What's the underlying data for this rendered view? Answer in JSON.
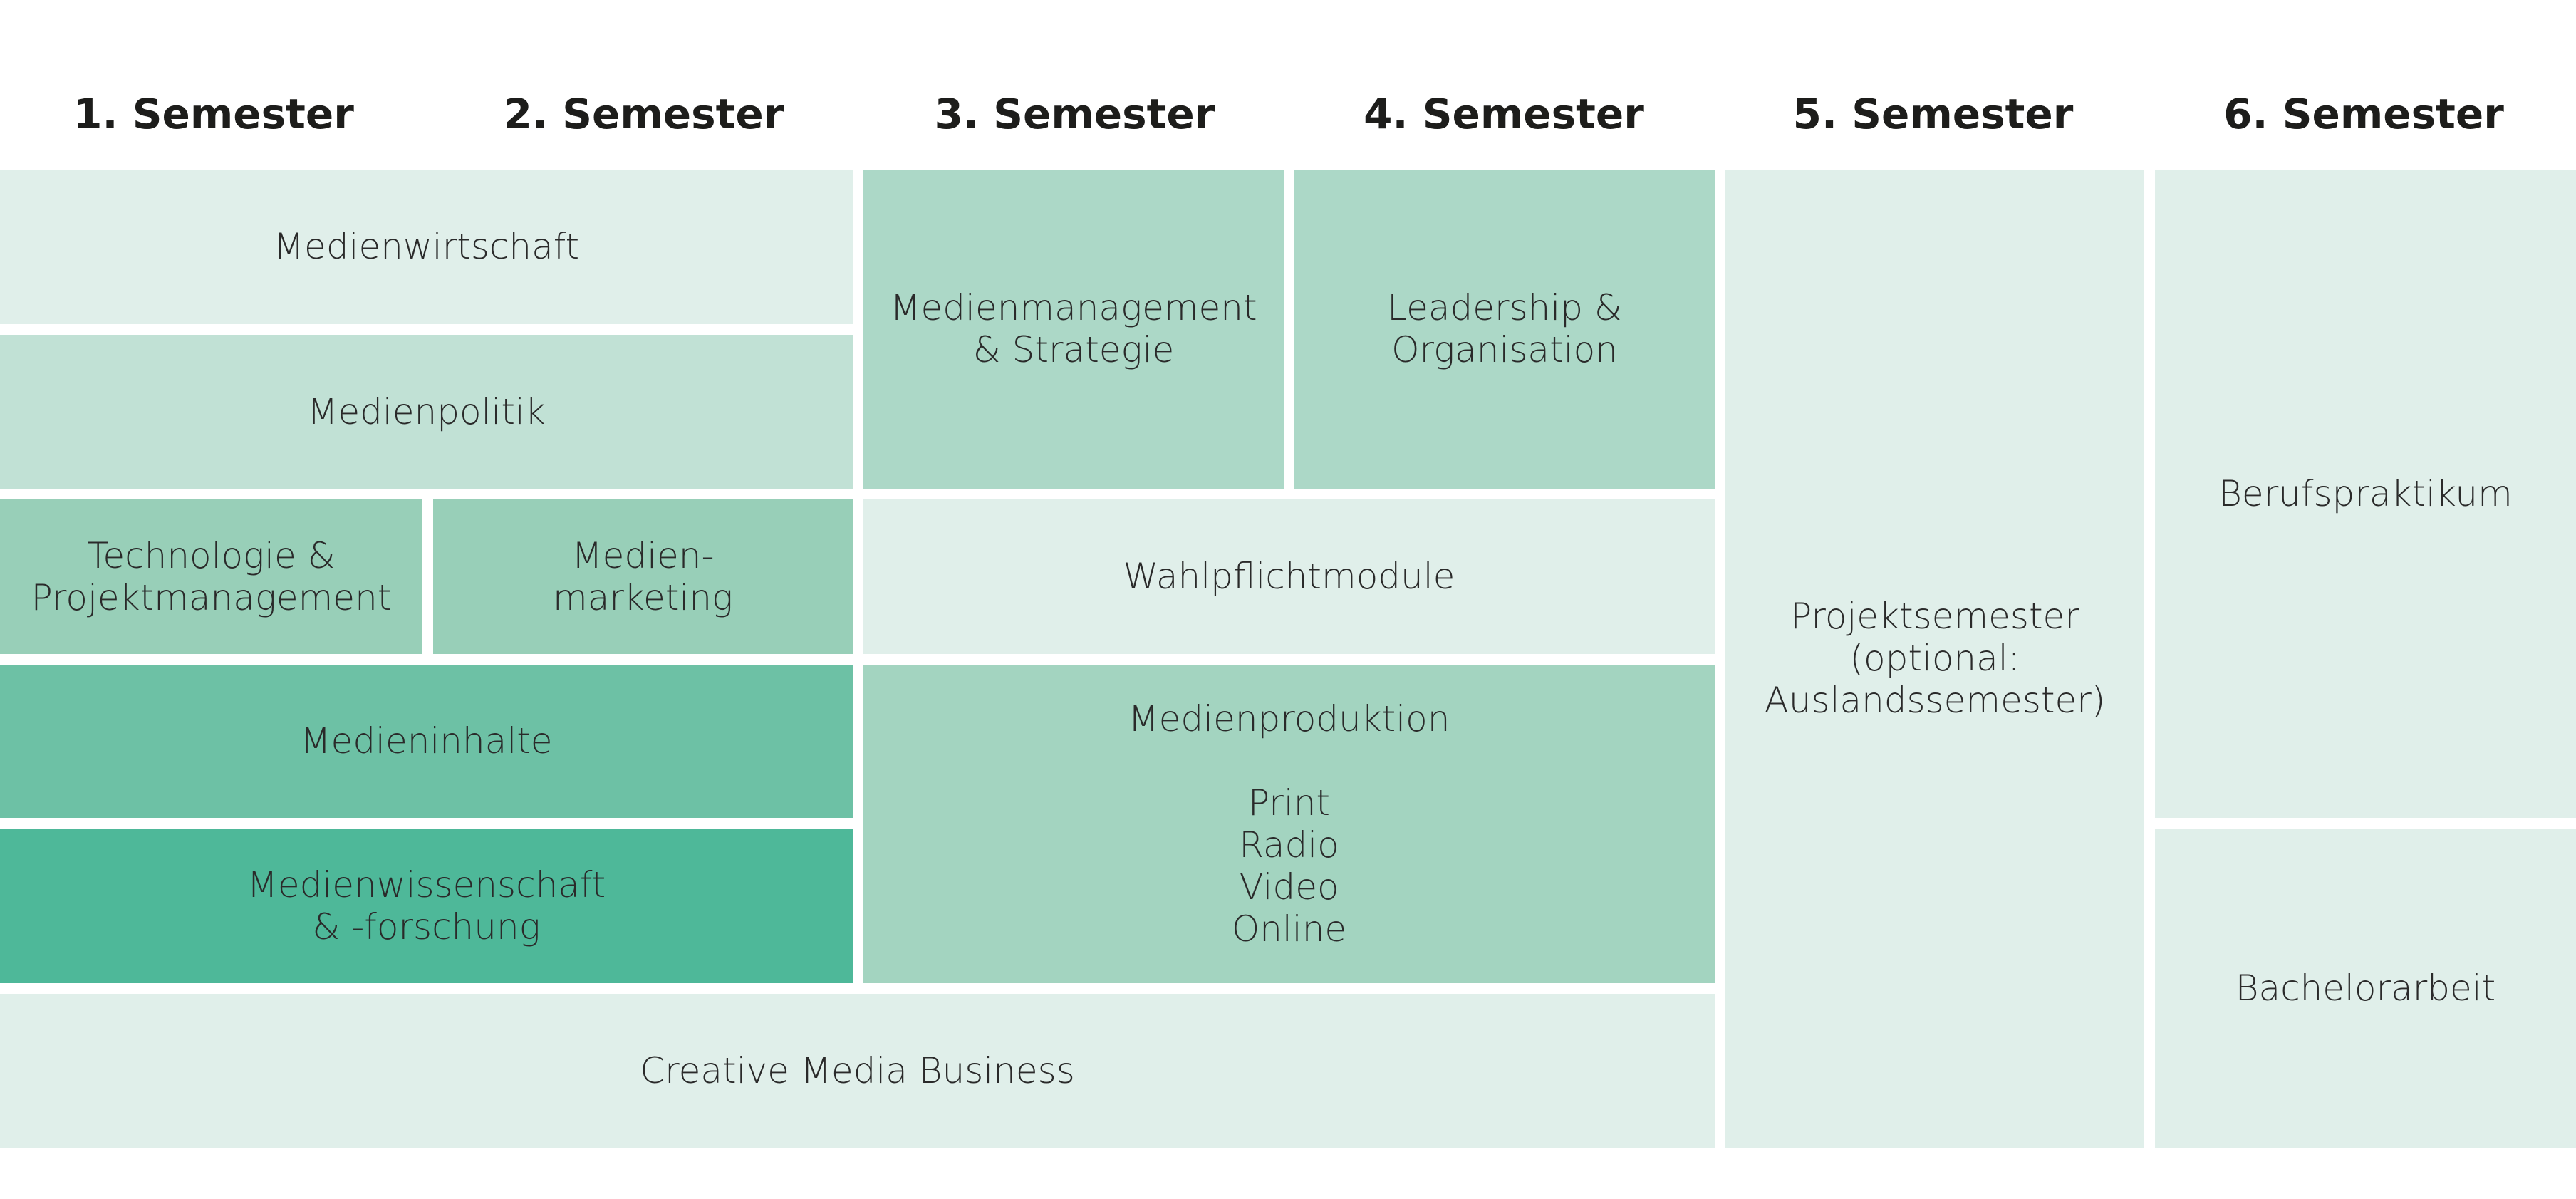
{
  "semesters": [
    "1. Semester",
    "2. Semester",
    "3. Semester",
    "4. Semester",
    "5. Semester",
    "6. Semester"
  ],
  "modules": {
    "medienwirtschaft": [
      "Medienwirtschaft"
    ],
    "medienpolitik": [
      "Medienpolitik"
    ],
    "technologie_projektmanagement": [
      "Technologie &",
      "Projektmanagement"
    ],
    "medienmarketing": [
      "Medien-",
      "marketing"
    ],
    "medieninhalte": [
      "Medieninhalte"
    ],
    "medienwissenschaft": [
      "Medienwissenschaft",
      "& -forschung"
    ],
    "medienmanagement": [
      "Medienmanagement",
      "& Strategie"
    ],
    "leadership": [
      "Leadership &",
      "Organisation"
    ],
    "wahlpflichtmodule": [
      "Wahlpflichtmodule"
    ],
    "medienproduktion": {
      "title": "Medienproduktion",
      "items": [
        "Print",
        "Radio",
        "Video",
        "Online"
      ]
    },
    "creative_media_business": [
      "Creative Media Business"
    ],
    "projektsemester": [
      "Projektsemester",
      "(optional:",
      "Auslandssemester)"
    ],
    "berufspraktikum": [
      "Berufspraktikum"
    ],
    "bachelorarbeit": [
      "Bachelorarbeit"
    ]
  },
  "colors": {
    "lightest": "#e0efea",
    "light": "#c1e1d5",
    "mint": "#acd8c7",
    "mint_mid": "#a3d4c0",
    "mint_deep": "#98cfb8",
    "green": "#6dc1a5",
    "green_dark": "#4eb899"
  }
}
